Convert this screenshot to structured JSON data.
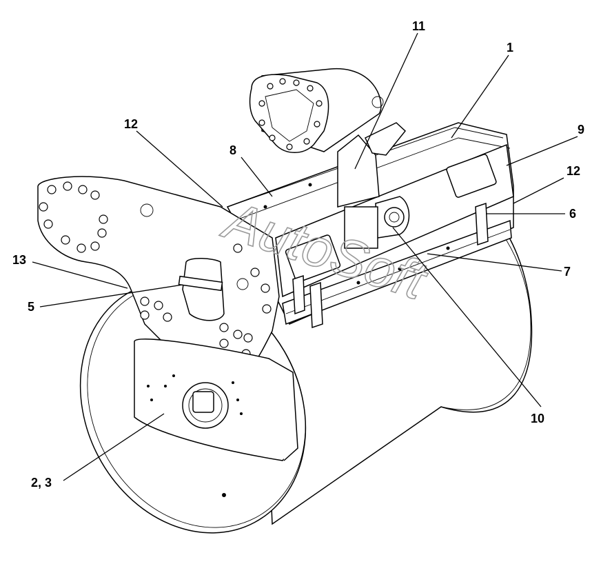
{
  "diagram": {
    "watermark": "AutoSoft",
    "callouts": [
      {
        "id": "c-1",
        "text": "1"
      },
      {
        "id": "c-11",
        "text": "11"
      },
      {
        "id": "c-12a",
        "text": "12"
      },
      {
        "id": "c-8",
        "text": "8"
      },
      {
        "id": "c-9",
        "text": "9"
      },
      {
        "id": "c-12b",
        "text": "12"
      },
      {
        "id": "c-6",
        "text": "6"
      },
      {
        "id": "c-13",
        "text": "13"
      },
      {
        "id": "c-7",
        "text": "7"
      },
      {
        "id": "c-5",
        "text": "5"
      },
      {
        "id": "c-10",
        "text": "10"
      },
      {
        "id": "c-23",
        "text": "2, 3"
      }
    ]
  }
}
